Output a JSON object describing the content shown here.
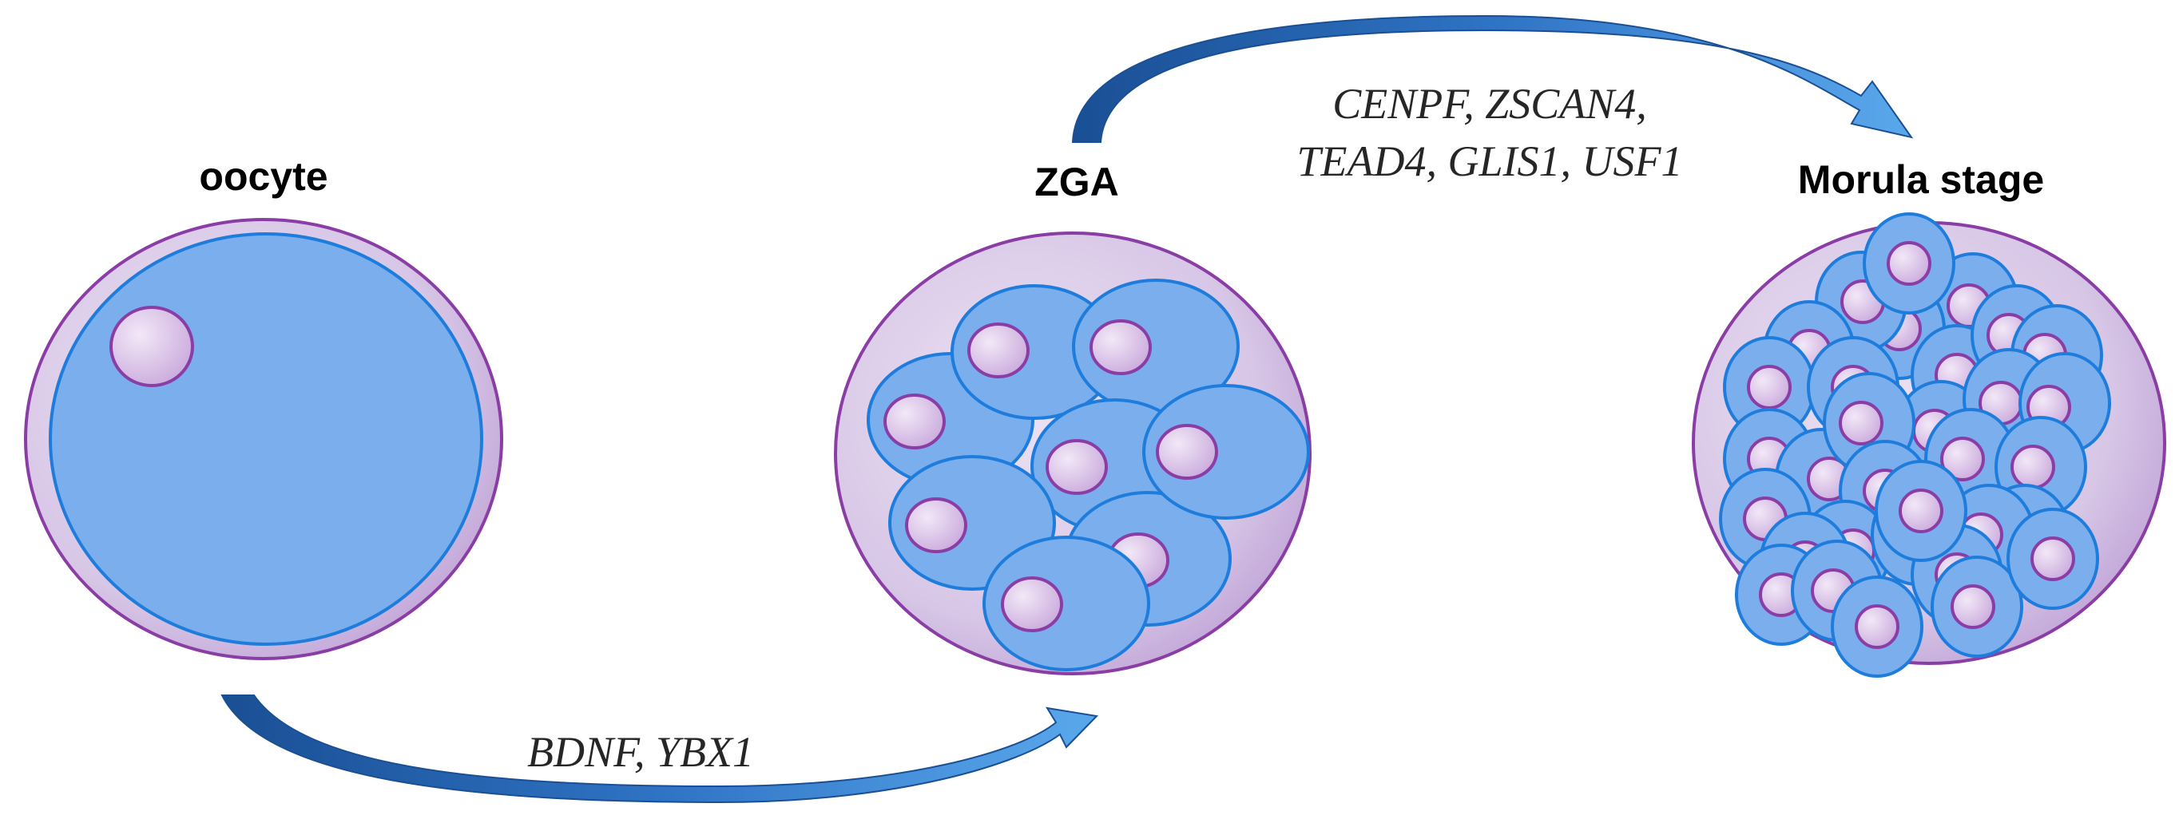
{
  "stages": {
    "oocyte": "oocyte",
    "zga": "ZGA",
    "morula": "Morula stage"
  },
  "transitions": {
    "oocyte_to_zga": {
      "genes_line1": "BDNF, YBX1"
    },
    "zga_to_morula": {
      "genes_line1": "CENPF, ZSCAN4,",
      "genes_line2": "TEAD4, GLIS1, USF1"
    }
  },
  "colors": {
    "outer_zona_fill": "#d4c4e4",
    "outer_zona_stroke": "#8a3da5",
    "cell_fill": "#7aaeec",
    "cell_stroke": "#1e7ddc",
    "nucleus_fill": "#d8bfe4",
    "nucleus_stroke": "#8a3da5",
    "arrow_light": "#5aa8ec",
    "arrow_dark": "#1a4f94"
  }
}
